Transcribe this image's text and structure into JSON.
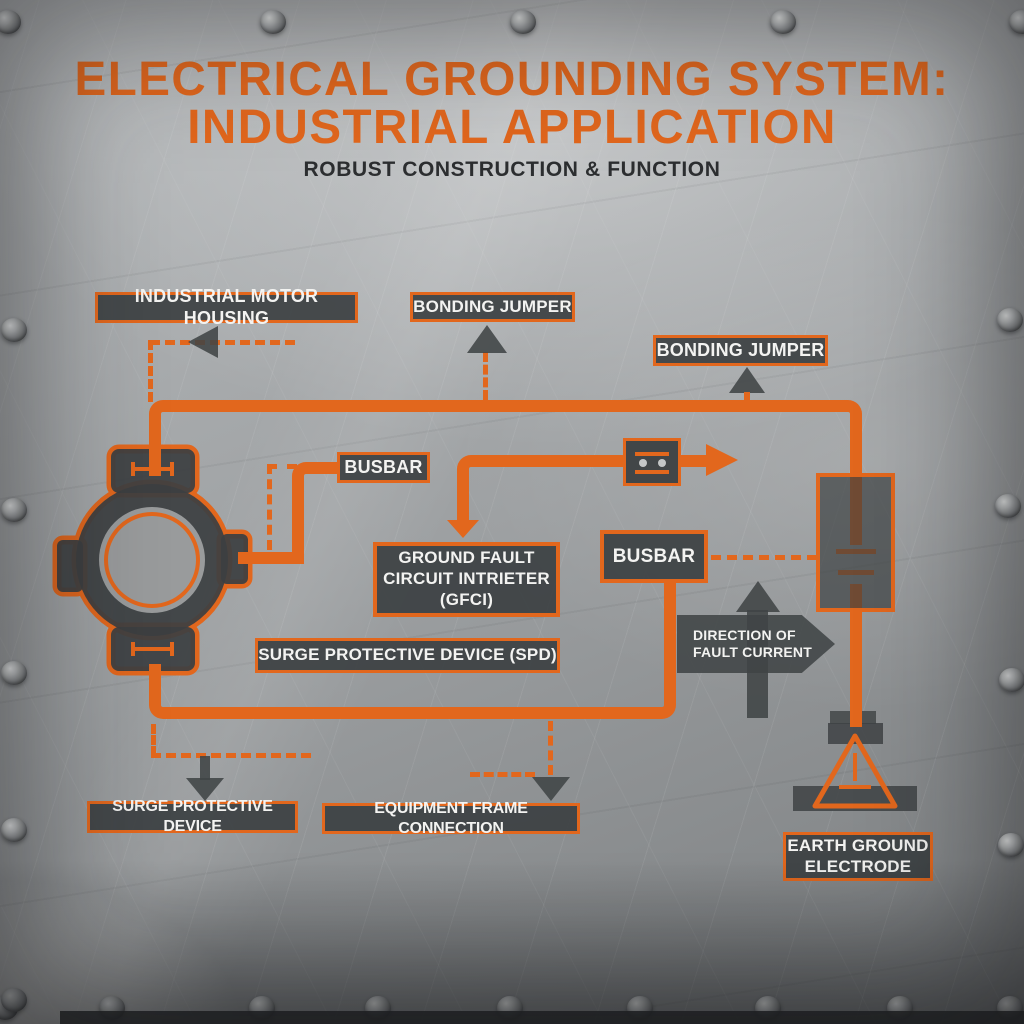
{
  "header": {
    "title_line1": "ELECTRICAL GROUNDING SYSTEM:",
    "title_line2": "INDUSTRIAL APPLICATION",
    "subtitle": "ROBUST CONSTRUCTION & FUNCTION"
  },
  "labels": {
    "industrial_motor_housing": "INDUSTRIAL MOTOR HOUSING",
    "bonding_jumper_1": "BONDING JUMPER",
    "bonding_jumper_2": "BONDING JUMPER",
    "busbar_1": "BUSBAR",
    "busbar_2": "BUSBAR",
    "gfci_line1": "GROUND FAULT",
    "gfci_line2": "CIRCUIT INTRIETER",
    "gfci_line3": "(GFCI)",
    "spd_inline": "SURGE PROTECTIVE DEVICE (SPD)",
    "surge_protective_device": "SURGE PROTECTIVE DEVICE",
    "equipment_frame_connection": "EQUIPMENT FRAME CONNECTION",
    "earth_ground_line1": "EARTH GROUND",
    "earth_ground_line2": "ELECTRODE"
  },
  "sign": {
    "line1": "DIRECTION OF",
    "line2": "FAULT CURRENT"
  },
  "icons": {
    "motor": "industrial-motor",
    "connector": "terminal-block",
    "component": "surge-arrester-capacitor",
    "ground": "earth-ground-symbol",
    "rivet": "metal-rivet"
  },
  "colors": {
    "accent": "#E2671D",
    "box_fill": "#3C4042",
    "label_text": "#F3F3F1",
    "arrow_gray": "#44484A",
    "subtitle_text": "#2C2E30",
    "metal_light": "#B6B9BB",
    "metal_dark": "#7B7E80"
  }
}
